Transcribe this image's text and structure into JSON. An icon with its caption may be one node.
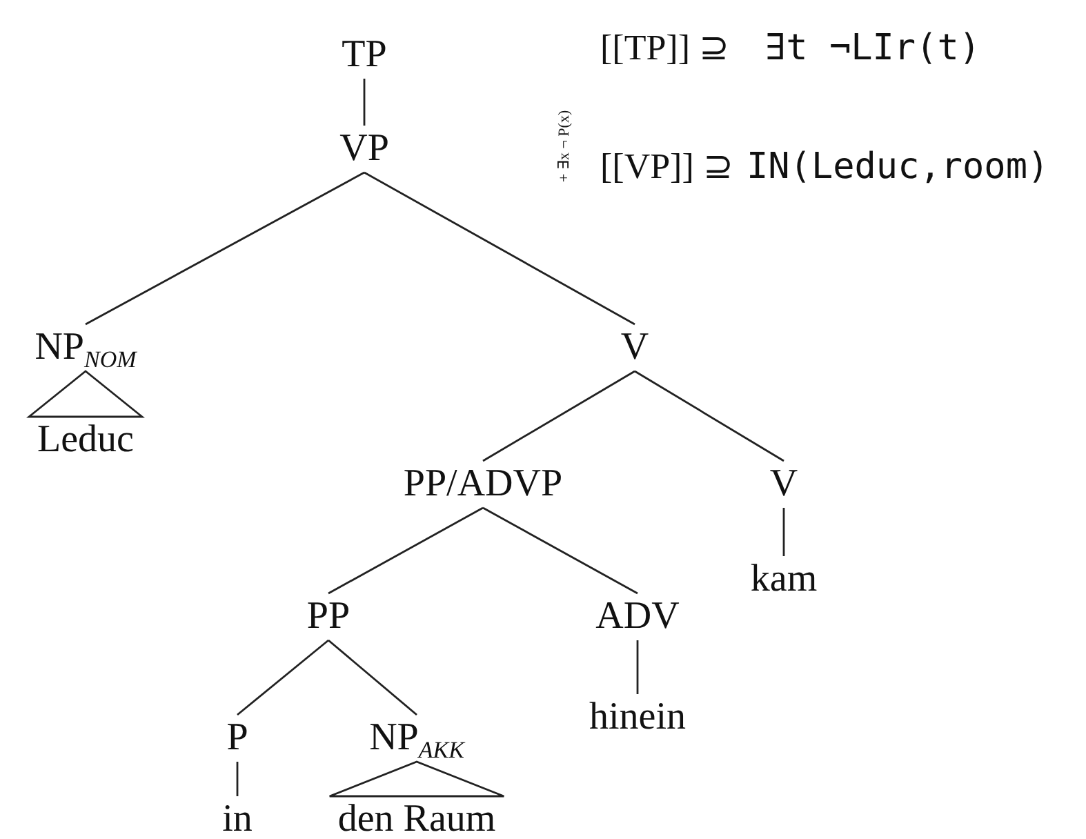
{
  "diagram": {
    "nodes": [
      {
        "text": [
          "TP"
        ]
      },
      {
        "text": [
          "VP"
        ]
      },
      {
        "text": [
          "NP$_{NOM}$"
        ]
      },
      {
        "text": [
          "Leduc"
        ]
      },
      {
        "text": [
          "V"
        ]
      },
      {
        "text": [
          "PP/ADVP"
        ]
      },
      {
        "text": [
          "V"
        ]
      },
      {
        "text": [
          "kam"
        ]
      },
      {
        "text": [
          "PP"
        ]
      },
      {
        "text": [
          "ADV"
        ]
      },
      {
        "text": [
          "hinein"
        ]
      },
      {
        "text": [
          "P"
        ]
      },
      {
        "text": [
          "NP$_{AKK}$"
        ]
      },
      {
        "text": [
          "in"
        ]
      },
      {
        "text": [
          "den Raum"
        ]
      }
    ],
    "edges": [
      {
        "from": 0,
        "to": 1,
        "arrow": "none"
      },
      {
        "from": 1,
        "to": 2,
        "arrow": "none"
      },
      {
        "from": 1,
        "to": 4,
        "arrow": "none"
      },
      {
        "from": 2,
        "to": 3,
        "arrow": "none"
      },
      {
        "from": 4,
        "to": 5,
        "arrow": "none"
      },
      {
        "from": 4,
        "to": 6,
        "arrow": "none"
      },
      {
        "from": 6,
        "to": 7,
        "arrow": "none"
      },
      {
        "from": 5,
        "to": 8,
        "arrow": "none"
      },
      {
        "from": 5,
        "to": 9,
        "arrow": "none"
      },
      {
        "from": 9,
        "to": 10,
        "arrow": "none"
      },
      {
        "from": 8,
        "to": 11,
        "arrow": "none"
      },
      {
        "from": 8,
        "to": 12,
        "arrow": "none"
      },
      {
        "from": 11,
        "to": 13,
        "arrow": "none"
      },
      {
        "from": 12,
        "to": 14,
        "arrow": "none"
      }
    ],
    "labels": [
      "[[TP]] ⊇",
      "∃t ¬LIr(t)",
      "+ ∃x ¬ P(x)",
      "[[VP]] ⊇",
      "IN(Leduc,room)"
    ]
  }
}
